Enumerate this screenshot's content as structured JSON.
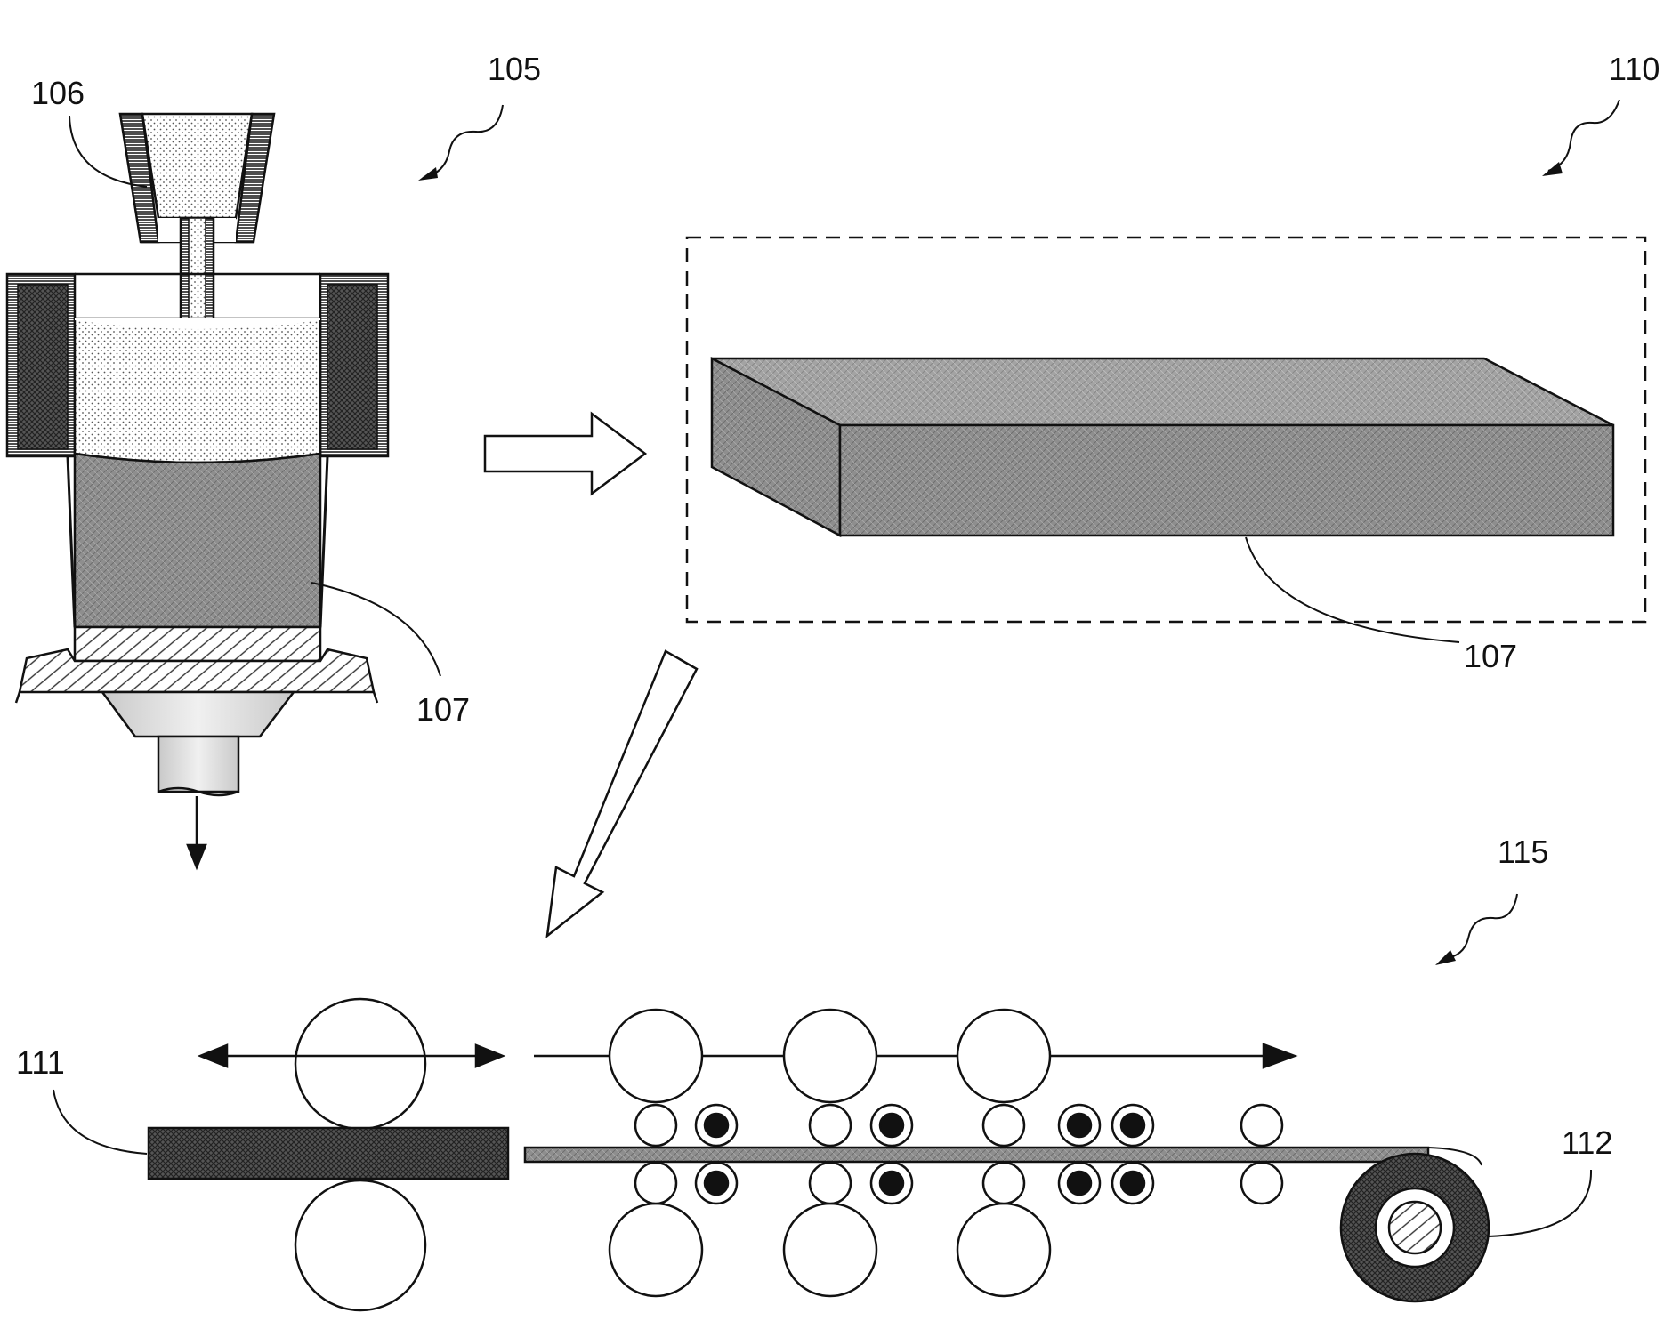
{
  "figure": {
    "labels": {
      "caster_assembly": "105",
      "molten_metal_ladle": "106",
      "ingot_in_caster": "107",
      "ingot_product": "110",
      "ingot_detail": "107",
      "rolling_line": "115",
      "hot_rolled_slab": "111",
      "coil": "112"
    }
  },
  "colors": {
    "stroke": "#111111",
    "ingot_fill": "#8c8c8c",
    "ingot_top": "#a6a6a6",
    "slab_fill": "#4a4a4a",
    "coil_fill": "#2e2e2e",
    "roll_dark": "#111111"
  }
}
